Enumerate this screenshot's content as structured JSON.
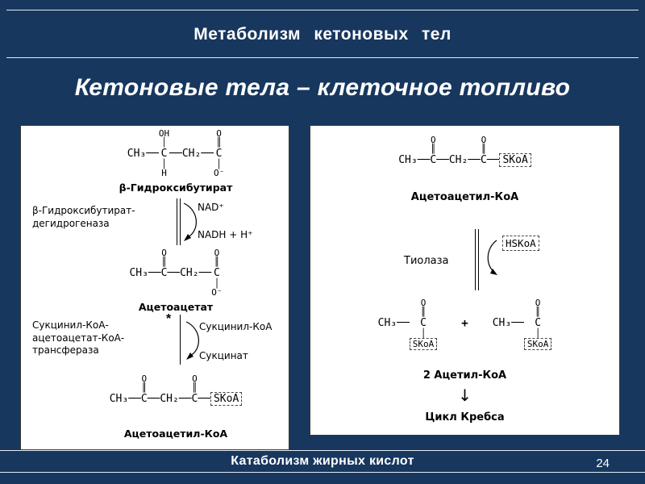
{
  "slide": {
    "title": "Метаболизм кетоновых тел",
    "heading": "Кетоновые тела – клеточное топливо",
    "footer": "Катаболизм жирных кислот",
    "page_number": "24"
  },
  "colors": {
    "background": "#17375e",
    "panel_bg": "#ffffff",
    "line": "#e6ebf2",
    "text_light": "#ffffff",
    "text_dark": "#000000"
  },
  "left_panel": {
    "structure1": {
      "label": "β-Гидроксибутират",
      "groups": [
        {
          "mid": "CH₃"
        },
        {
          "bond": "──"
        },
        {
          "top": "OH",
          "topbond": "│",
          "mid": "C",
          "bot": "H",
          "botbond": "│"
        },
        {
          "bond": "──"
        },
        {
          "mid": "CH₂"
        },
        {
          "bond": "──"
        },
        {
          "top": "O",
          "topbond": "║",
          "mid": "C",
          "bot": "O⁻",
          "botbond": "│"
        }
      ]
    },
    "reaction1": {
      "enzyme_lines": [
        "β-Гидроксибутират-",
        "дегидрогеназа"
      ],
      "cofactor_in": "NAD⁺",
      "cofactor_out": "NADH + H⁺"
    },
    "structure2": {
      "label": "Ацетоацетат",
      "groups": [
        {
          "mid": "CH₃"
        },
        {
          "bond": "──"
        },
        {
          "top": "O",
          "topbond": "║",
          "mid": "C"
        },
        {
          "bond": "──"
        },
        {
          "mid": "CH₂"
        },
        {
          "bond": "──"
        },
        {
          "top": "O",
          "topbond": "║",
          "mid": "C",
          "bot": "O⁻",
          "botbond": "│"
        }
      ]
    },
    "reaction2": {
      "enzyme_lines": [
        "Сукцинил-КоА-",
        "ацетоацетат-КоА-",
        "трансфераза"
      ],
      "marker": "*",
      "cofactor_in": "Сукцинил-КоА",
      "cofactor_out": "Сукцинат"
    },
    "structure3": {
      "label": "Ацетоацетил-КоА",
      "groups": [
        {
          "mid": "CH₃"
        },
        {
          "bond": "──"
        },
        {
          "top": "O",
          "topbond": "║",
          "mid": "C"
        },
        {
          "bond": "──"
        },
        {
          "mid": "CH₂"
        },
        {
          "bond": "──"
        },
        {
          "top": "O",
          "topbond": "║",
          "mid": "C"
        },
        {
          "bond": "──"
        },
        {
          "mid": "SKoA",
          "boxed": true
        }
      ]
    }
  },
  "right_panel": {
    "structure1": {
      "label": "Ацетоацетил-КоА",
      "groups": [
        {
          "mid": "CH₃"
        },
        {
          "bond": "──"
        },
        {
          "top": "O",
          "topbond": "║",
          "mid": "C"
        },
        {
          "bond": "──"
        },
        {
          "mid": "CH₂"
        },
        {
          "bond": "──"
        },
        {
          "top": "O",
          "topbond": "║",
          "mid": "C"
        },
        {
          "bond": "──"
        },
        {
          "mid": "SKoA",
          "boxed": true
        }
      ]
    },
    "reaction": {
      "enzyme": "Тиолаза",
      "cofactor": "HSKoA"
    },
    "products": {
      "plus": "+",
      "left_groups": [
        {
          "mid": "CH₃"
        },
        {
          "bond": "──"
        },
        {
          "top": "O",
          "topbond": "║",
          "mid": "C",
          "bot": "SKoA",
          "botbond": "│",
          "botboxed": true
        }
      ],
      "right_groups": [
        {
          "mid": "CH₃"
        },
        {
          "bond": "──"
        },
        {
          "top": "O",
          "topbond": "║",
          "mid": "C",
          "bot": "SKoA",
          "botbond": "│",
          "botboxed": true
        }
      ],
      "label": "2 Ацетил-КоА"
    },
    "final": {
      "arrow": "↓",
      "label": "Цикл Кребса"
    }
  }
}
